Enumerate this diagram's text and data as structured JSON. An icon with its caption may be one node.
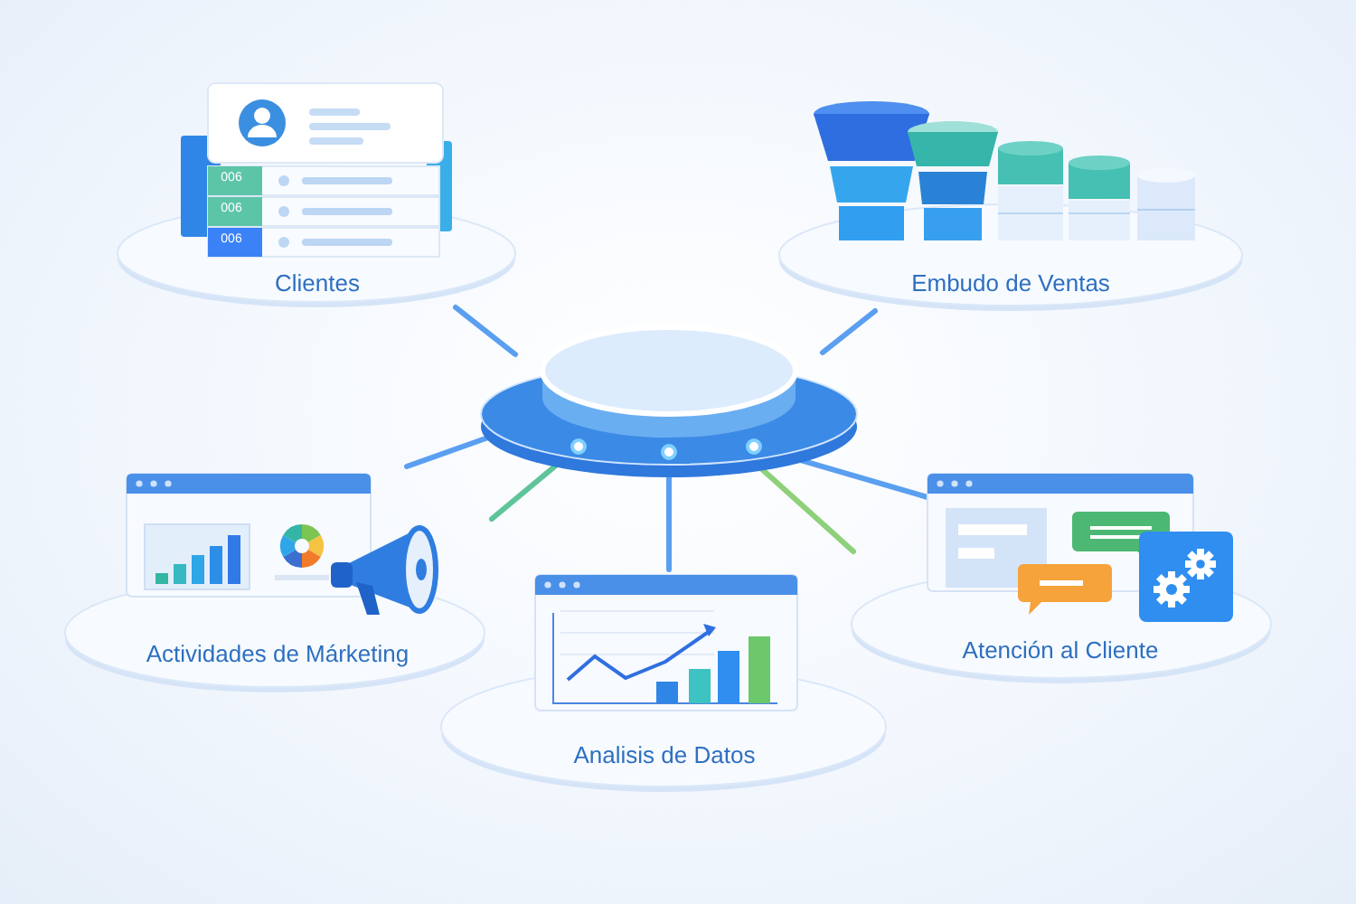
{
  "diagram": {
    "nodes": [
      {
        "text": [
          "Clientes"
        ]
      },
      {
        "text": [
          "Embudo de Ventas"
        ]
      },
      {
        "text": [],
        "shape": "cylinder"
      },
      {
        "text": [
          "Actividades de Márketing"
        ]
      },
      {
        "text": [
          "Atención al Cliente"
        ]
      },
      {
        "text": [
          "Analisis de Datos"
        ]
      }
    ],
    "edges": [
      {
        "from": 2,
        "to": 0,
        "arrow": "none"
      },
      {
        "from": 2,
        "to": 1,
        "arrow": "none"
      },
      {
        "from": 2,
        "to": 3,
        "arrow": "none"
      },
      {
        "from": 2,
        "to": 3,
        "arrow": "none",
        "color": "#5fc49a"
      },
      {
        "from": 2,
        "to": 5,
        "arrow": "none"
      },
      {
        "from": 2,
        "to": 4,
        "arrow": "none"
      },
      {
        "from": 2,
        "to": 4,
        "arrow": "none",
        "color": "#8fd07a"
      }
    ],
    "labels": [
      "006",
      "006",
      "006"
    ]
  }
}
